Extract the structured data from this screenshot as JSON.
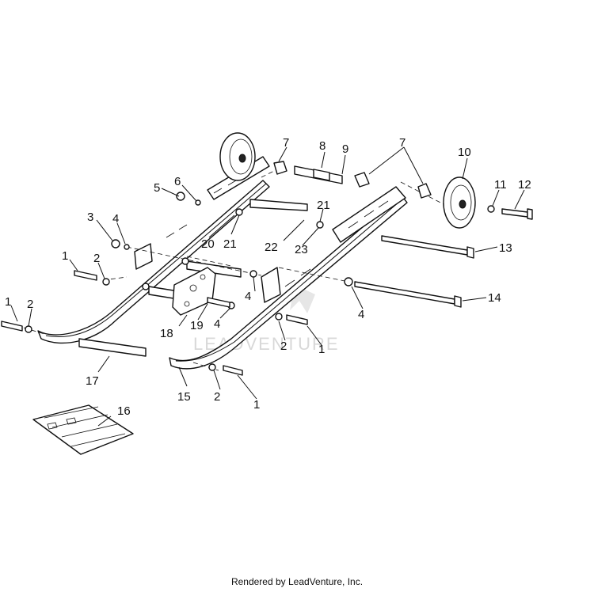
{
  "diagram": {
    "callouts": {
      "c1a": "1",
      "c1b": "1",
      "c1c": "1",
      "c1d": "1",
      "c2a": "2",
      "c2b": "2",
      "c2c": "2",
      "c2d": "2",
      "c3": "3",
      "c4a": "4",
      "c4b": "4",
      "c4c": "4",
      "c4d": "4",
      "c5": "5",
      "c6": "6",
      "c7a": "7",
      "c7b": "7",
      "c8": "8",
      "c9": "9",
      "c10": "10",
      "c11": "11",
      "c12": "12",
      "c13": "13",
      "c14": "14",
      "c15": "15",
      "c16": "16",
      "c17": "17",
      "c18": "18",
      "c19": "19",
      "c20": "20",
      "c21a": "21",
      "c21b": "21",
      "c22": "22",
      "c23": "23"
    },
    "watermark": "LEADVENTURE"
  },
  "footer": {
    "text": "Rendered by LeadVenture, Inc."
  }
}
